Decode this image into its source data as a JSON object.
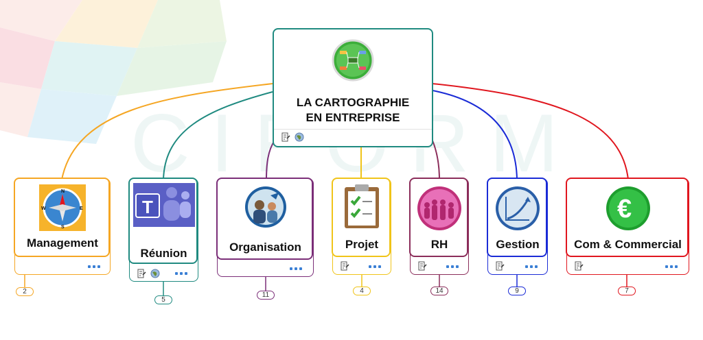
{
  "central": {
    "title_line1": "LA CARTOGRAPHIE",
    "title_line2": "EN ENTREPRISE",
    "color": "#1f8a80"
  },
  "watermark": {
    "text": "CIFORM"
  },
  "topics": [
    {
      "label": "Management",
      "count": "2",
      "color": "#f5a623",
      "icon": "compass-icon"
    },
    {
      "label": "Réunion",
      "count": "5",
      "color": "#1f8a80",
      "icon": "teams-icon"
    },
    {
      "label": "Organisation",
      "count": "11",
      "color": "#7b2e78",
      "icon": "people-icon"
    },
    {
      "label": "Projet",
      "count": "4",
      "color": "#f0c419",
      "icon": "clipboard-icon"
    },
    {
      "label": "RH",
      "count": "14",
      "color": "#8b2d5a",
      "icon": "crowd-icon"
    },
    {
      "label": "Gestion",
      "count": "9",
      "color": "#1a2bd6",
      "icon": "growth-chart-icon"
    },
    {
      "label": "Com & Commercial",
      "count": "7",
      "color": "#e0161e",
      "icon": "euro-icon"
    }
  ]
}
